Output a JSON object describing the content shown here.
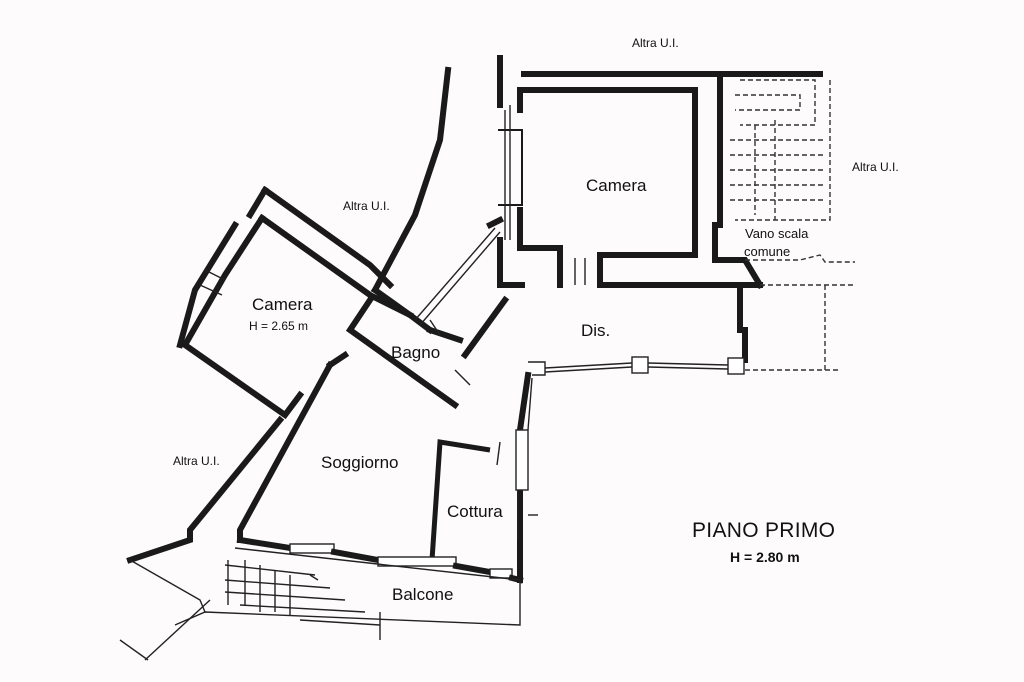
{
  "labels": {
    "altra_top": "Altra U.I.",
    "altra_right": "Altra U.I.",
    "altra_mid": "Altra U.I.",
    "altra_left": "Altra U.I.",
    "camera_top": "Camera",
    "camera_left": "Camera",
    "camera_left_height": "H = 2.65 m",
    "vano_scala_1": "Vano scala",
    "vano_scala_2": "comune",
    "dis": "Dis.",
    "bagno": "Bagno",
    "soggiorno": "Soggiorno",
    "cottura": "Cottura",
    "balcone": "Balcone",
    "title": "PIANO PRIMO",
    "height": "H = 2.80 m"
  }
}
